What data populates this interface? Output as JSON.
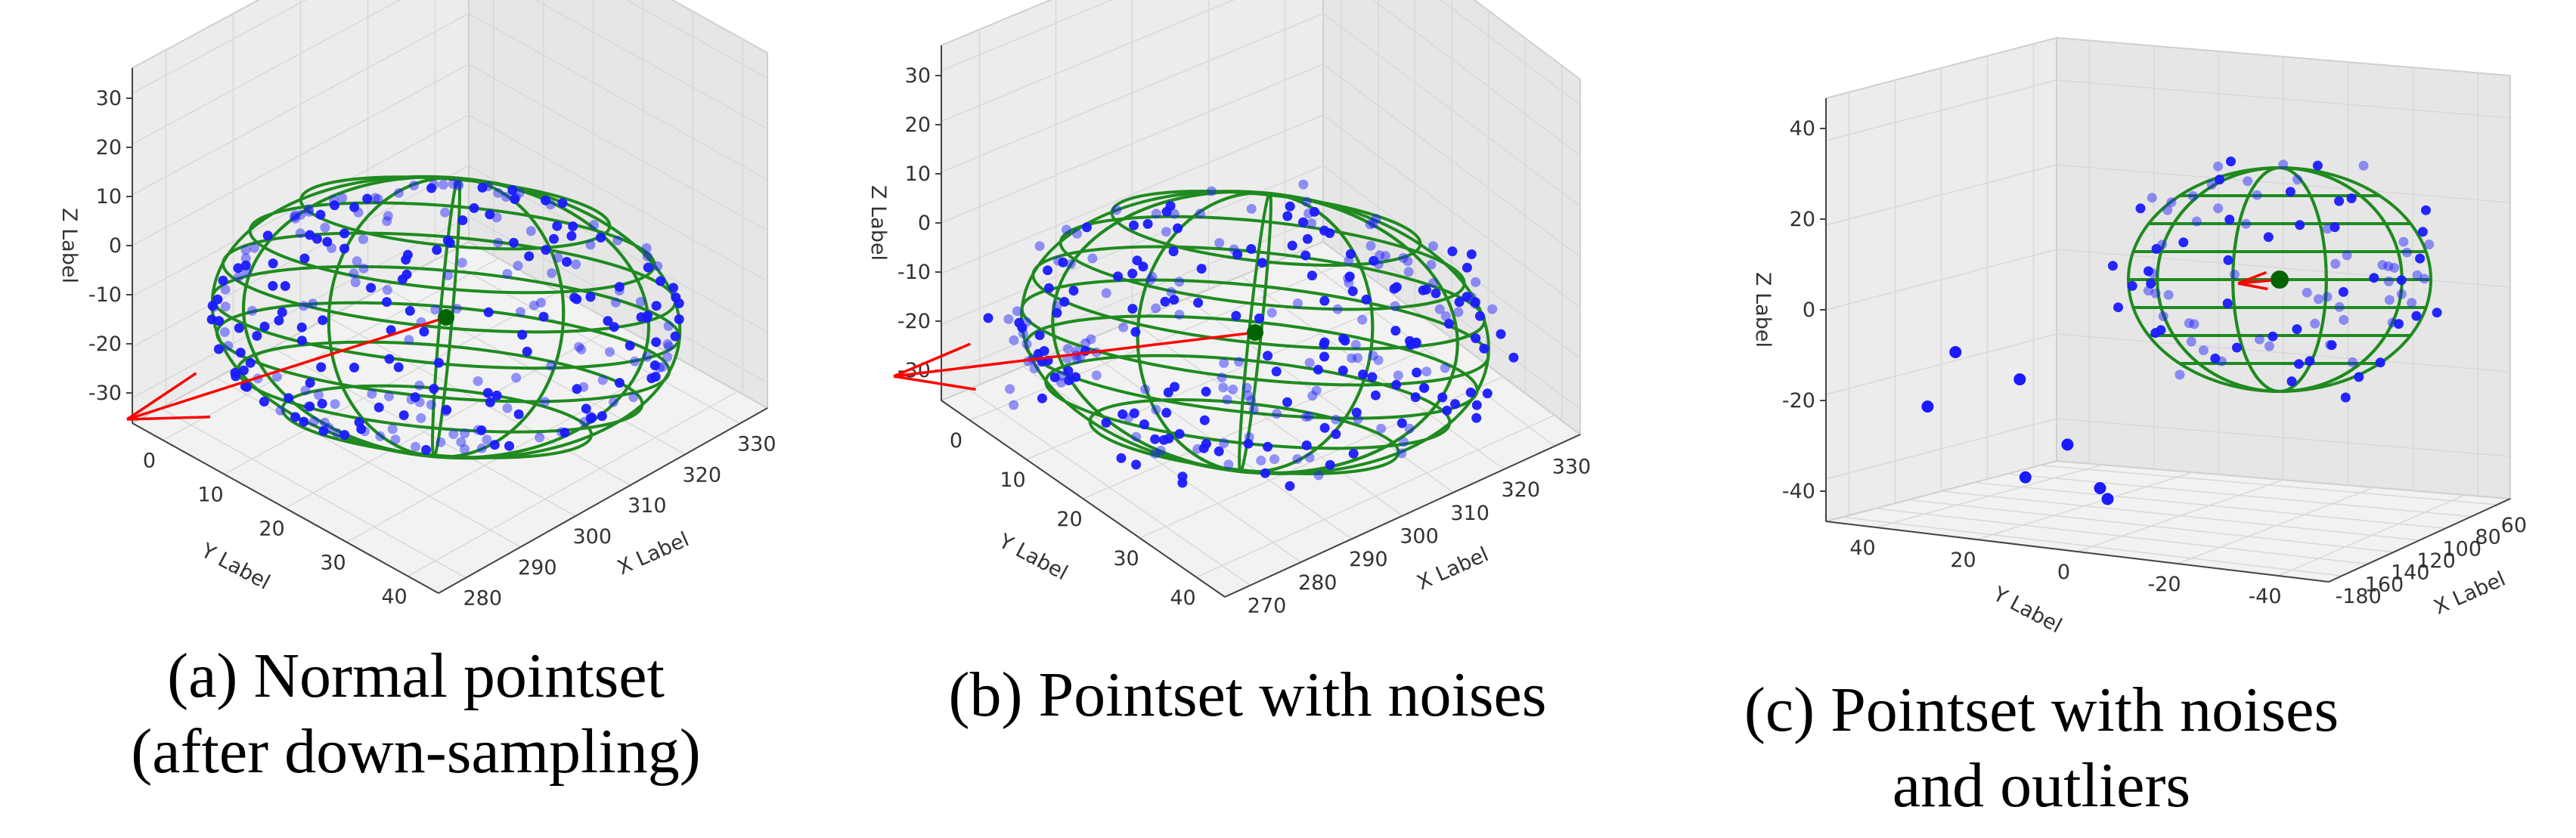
{
  "chart_data": [
    {
      "type": "scatter",
      "subtype": "3d-scatter-with-ellipsoid",
      "caption_lines": [
        "(a) Normal pointset",
        "(after down-sampling)"
      ],
      "xlabel": "X Label",
      "ylabel": "Y Label",
      "zlabel": "Z Label",
      "xticks": [
        280,
        290,
        300,
        310,
        320,
        330
      ],
      "yticks": [
        0,
        10,
        20,
        30,
        40
      ],
      "zticks": [
        30,
        20,
        10,
        0,
        -10,
        -20,
        -30
      ],
      "point_color": "#1a1aff",
      "ellipsoid_color": "#1f8a1f",
      "arrow_color": "#ff0000",
      "center_color": "#006400",
      "ellipsoid": {
        "center": [
          305,
          22,
          2
        ],
        "radii": [
          30,
          14,
          28
        ]
      },
      "noise_level": 0.0,
      "outliers": []
    },
    {
      "type": "scatter",
      "subtype": "3d-scatter-with-ellipsoid",
      "caption_lines": [
        "(b) Pointset with noises"
      ],
      "xlabel": "X Label",
      "ylabel": "Y Label",
      "zlabel": "Z Label",
      "xticks": [
        270,
        280,
        290,
        300,
        310,
        320,
        330
      ],
      "yticks": [
        0,
        10,
        20,
        30,
        40
      ],
      "zticks": [
        30,
        20,
        10,
        0,
        -10,
        -20,
        -30
      ],
      "point_color": "#1a1aff",
      "ellipsoid_color": "#1f8a1f",
      "arrow_color": "#ff0000",
      "center_color": "#006400",
      "ellipsoid": {
        "center": [
          305,
          22,
          2
        ],
        "radii": [
          32,
          15,
          28
        ]
      },
      "noise_level": 0.12,
      "outliers": []
    },
    {
      "type": "scatter",
      "subtype": "3d-scatter-with-ellipsoid",
      "caption_lines": [
        "(c) Pointset with noises",
        "and outliers"
      ],
      "xlabel": "X Label",
      "ylabel": "Y Label",
      "zlabel": "Z Label",
      "xticks": [
        -180,
        160,
        140,
        120,
        100,
        80,
        60
      ],
      "yticks": [
        40,
        20,
        0,
        -20,
        -40
      ],
      "zticks": [
        40,
        20,
        0,
        -20,
        -40
      ],
      "point_color": "#1a1aff",
      "ellipsoid_color": "#1f8a1f",
      "arrow_color": "#ff0000",
      "center_color": "#006400",
      "ellipsoid": {
        "center": [
          120,
          -20,
          15
        ],
        "radii": [
          25,
          25,
          25
        ]
      },
      "noise_level": 0.15,
      "outliers": [
        [
          -40,
          25,
          -35
        ],
        [
          -30,
          30,
          -25
        ],
        [
          -10,
          10,
          -48
        ],
        [
          -15,
          -10,
          -30
        ],
        [
          0,
          -15,
          -42
        ],
        [
          10,
          -20,
          -50
        ],
        [
          20,
          28,
          -52
        ]
      ]
    }
  ]
}
